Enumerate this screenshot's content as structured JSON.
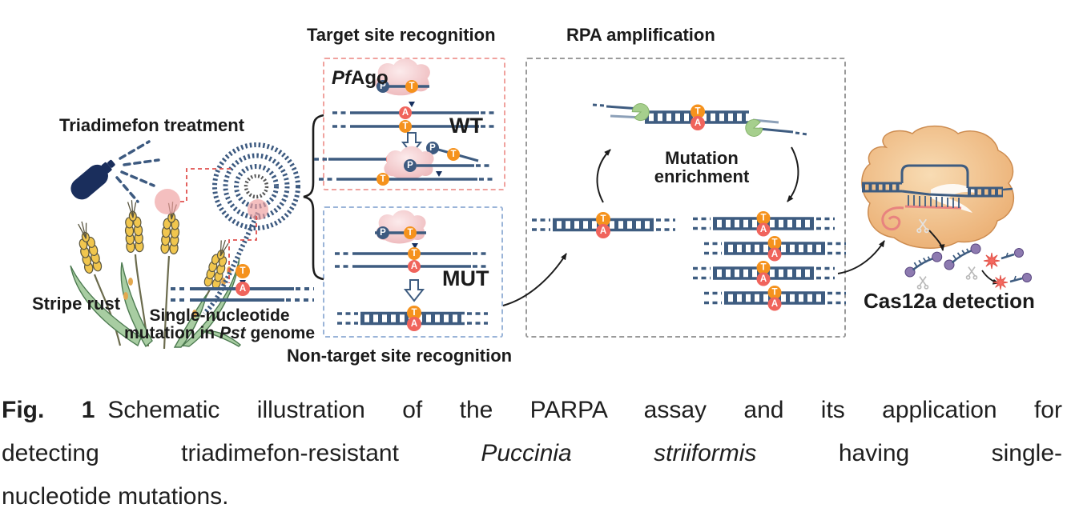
{
  "labels": {
    "triadimefon_treatment": "Triadimefon treatment",
    "stripe_rust": "Stripe rust",
    "snm_line1": "Single-nucleotide",
    "snm_line2_pre": "mutation in ",
    "snm_line2_italic": "Pst",
    "snm_line2_post": " genome",
    "target_header": "Target site recognition",
    "pfago_italic": "Pf",
    "pfago_rest": "Ago",
    "wt": "WT",
    "mut": "MUT",
    "non_target": "Non-target site recognition",
    "rpa_header": "RPA amplification",
    "mutation_enrichment_line1": "Mutation",
    "mutation_enrichment_line2": "enrichment",
    "cas12a_detection": "Cas12a detection"
  },
  "bases": {
    "T": "T",
    "A": "A",
    "P": "P"
  },
  "caption": {
    "fig_label": "Fig. 1",
    "line1": "Schematic illustration of the PARPA assay and its application for",
    "line2_pre": "detecting triadimefon-resistant ",
    "line2_italic": "Puccinia striiformis",
    "line2_post": " having single-",
    "line3": "nucleotide mutations."
  },
  "colors": {
    "dna_strand": "#3e5c80",
    "base_t_orange": "#f5921d",
    "base_a_red": "#f0645c",
    "phosphate_blue": "#3d5a80",
    "wt_box_pink": "#f0a29e",
    "mut_box_blue": "#9ab4d8",
    "rpa_box_gray": "#9b9b9b",
    "connector_red": "#e0514e",
    "primer_green": "#a6cf8d",
    "pfago_cloud_pink": "#eeb7ba",
    "cas12a_tan": "#eca96c",
    "reporter_purple": "#8d7ab0",
    "fluorescence_red": "#f4685f",
    "wheat_yellow": "#f1c64e",
    "leaf_green": "#a8cda2",
    "spray_navy": "#1a2e5c"
  }
}
